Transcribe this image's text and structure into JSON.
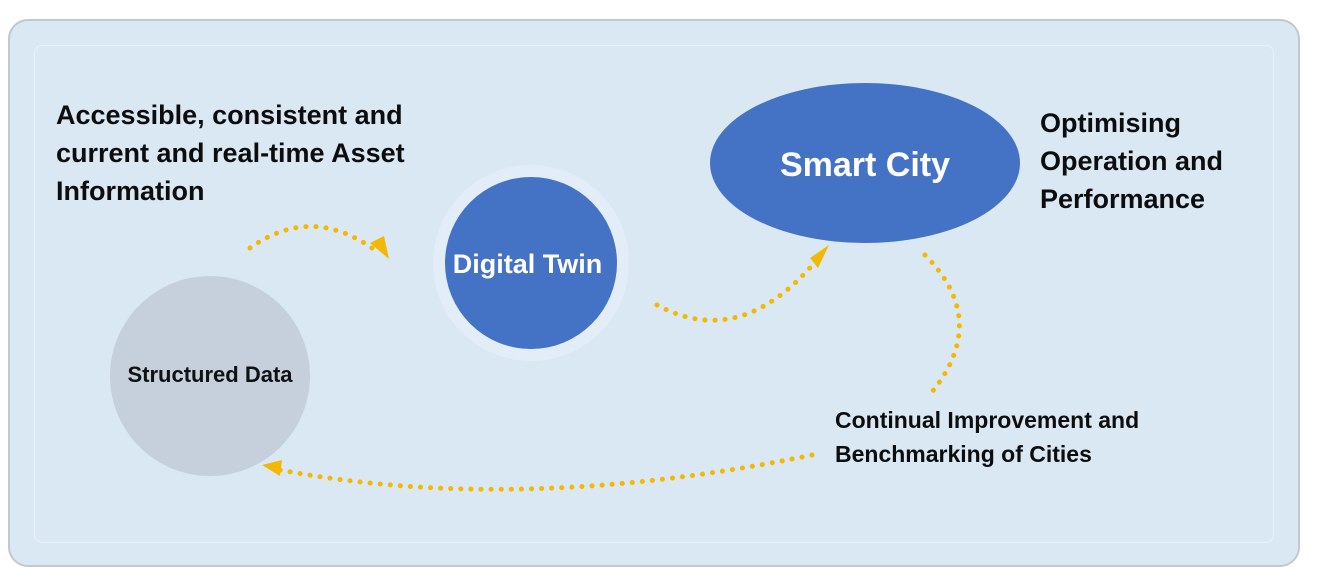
{
  "colors": {
    "panel_bg": "#dae8f4",
    "panel_border": "#c2c8ce",
    "node_blue": "#4472c4",
    "node_grey": "#c5d0dc",
    "arrow": "#f5b800",
    "text": "#0d0d0d"
  },
  "nodes": {
    "structured_data": "Structured Data",
    "digital_twin": "Digital Twin",
    "smart_city": "Smart City"
  },
  "annotations": {
    "asset_information": "Accessible, consistent and current and real-time Asset Information",
    "optimising": "Optimising Operation and Performance",
    "continual": "Continual Improvement and Benchmarking of Cities"
  },
  "arrows": [
    {
      "from": "structured-data",
      "to": "digital-twin",
      "style": "dotted"
    },
    {
      "from": "digital-twin",
      "to": "smart-city",
      "style": "dotted"
    },
    {
      "from": "smart-city",
      "to": "continual-improvement",
      "style": "dotted"
    },
    {
      "from": "continual-improvement",
      "to": "structured-data",
      "style": "dotted"
    }
  ]
}
